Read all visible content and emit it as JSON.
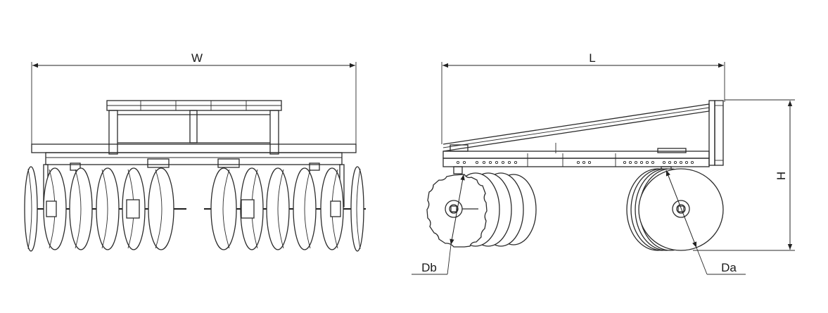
{
  "dimensions": {
    "width": "W",
    "length": "L",
    "height": "H",
    "disc_diameter_b": "Db",
    "disc_diameter_a": "Da"
  }
}
